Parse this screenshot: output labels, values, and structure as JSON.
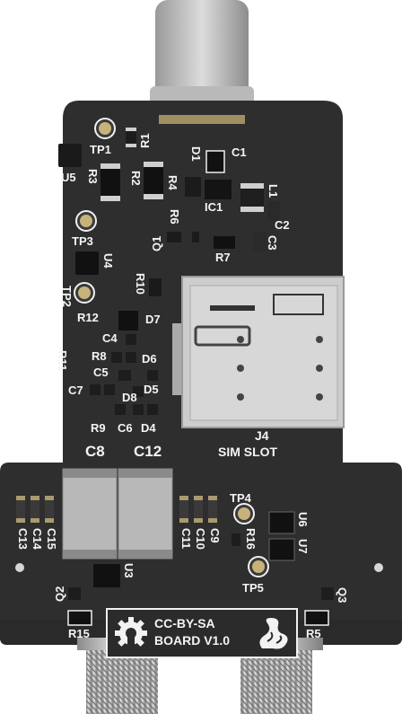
{
  "labels": {
    "tp1": "TP1",
    "r1": "R1",
    "u5": "U5",
    "r3": "R3",
    "r2": "R2",
    "r4": "R4",
    "d1": "D1",
    "c1": "C1",
    "ic1": "IC1",
    "l1": "L1",
    "c2": "C2",
    "r6": "R6",
    "c3": "C3",
    "tp3": "TP3",
    "q1": "Q1",
    "r7": "R7",
    "u4": "U4",
    "tp2": "TP2",
    "r10": "R10",
    "r12": "R12",
    "d7": "D7",
    "c4": "C4",
    "r8": "R8",
    "d6": "D6",
    "r11": "R11",
    "c5": "C5",
    "c7": "C7",
    "d5": "D5",
    "d8": "D8",
    "r9": "R9",
    "c6": "C6",
    "d4": "D4",
    "j4": "J4",
    "sim_slot": "SIM SLOT",
    "c8": "C8",
    "c12": "C12",
    "tp4": "TP4",
    "u6": "U6",
    "u7": "U7",
    "c13": "C13",
    "c14": "C14",
    "c15": "C15",
    "c11": "C11",
    "c10": "C10",
    "c9": "C9",
    "r16": "R16",
    "u3": "U3",
    "tp5": "TP5",
    "q2": "Q2",
    "q3": "Q3",
    "r15": "R15",
    "r5": "R5",
    "license": "CC-BY-SA",
    "board_version": "BOARD V1.0"
  },
  "colors": {
    "pcb": "#2d2d2d",
    "silkscreen": "#f2f2f2",
    "copper_gold": "#b8a878",
    "metal": "#c4c4c4"
  },
  "icons": [
    "open-hardware-gear-icon",
    "snake-flag-icon"
  ]
}
